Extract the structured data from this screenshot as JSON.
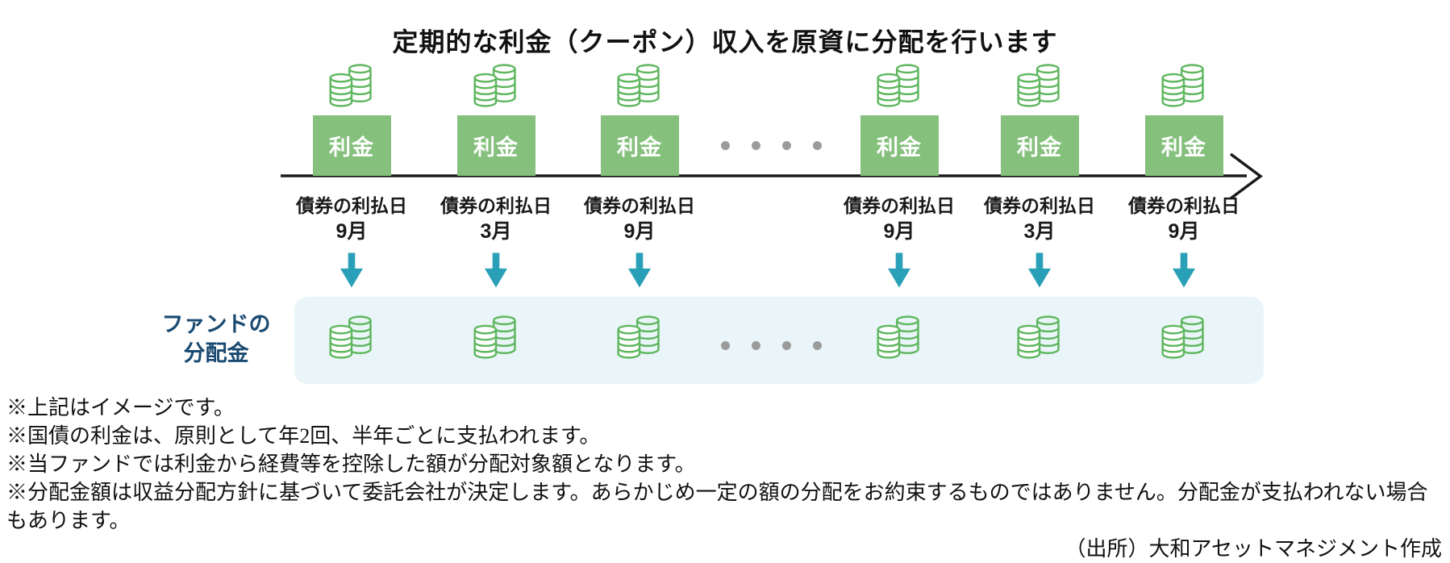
{
  "title": "定期的な利金（クーポン）収入を原資に分配を行います",
  "colors": {
    "box_green": "#85c07d",
    "coin_green": "#5fb75f",
    "arrow_teal": "#2aa0b8",
    "fund_navy": "#1a4a71",
    "panel_blue": "#e9f5f8",
    "dot_gray": "#9b9b9b",
    "timeline_black": "#1a1a1a"
  },
  "timeline": {
    "coupon_label": "利金",
    "ellipsis_dots": 4,
    "events": [
      {
        "date_label": "債券の利払日",
        "month": "9月"
      },
      {
        "date_label": "債券の利払日",
        "month": "3月"
      },
      {
        "date_label": "債券の利払日",
        "month": "9月"
      },
      {
        "date_label": "債券の利払日",
        "month": "9月"
      },
      {
        "date_label": "債券の利払日",
        "month": "3月"
      },
      {
        "date_label": "債券の利払日",
        "month": "9月"
      }
    ]
  },
  "fund": {
    "label_line1": "ファンドの",
    "label_line2": "分配金",
    "ellipsis_dots": 4
  },
  "footnotes": [
    "※上記はイメージです。",
    "※国債の利金は、原則として年2回、半年ごとに支払われます。",
    "※当ファンドでは利金から経費等を控除した額が分配対象額となります。",
    "※分配金額は収益分配方針に基づいて委託会社が決定します。あらかじめ一定の額の分配をお約束するものではありません。分配金が支払われない場合もあります。"
  ],
  "source": "（出所）大和アセットマネジメント作成"
}
